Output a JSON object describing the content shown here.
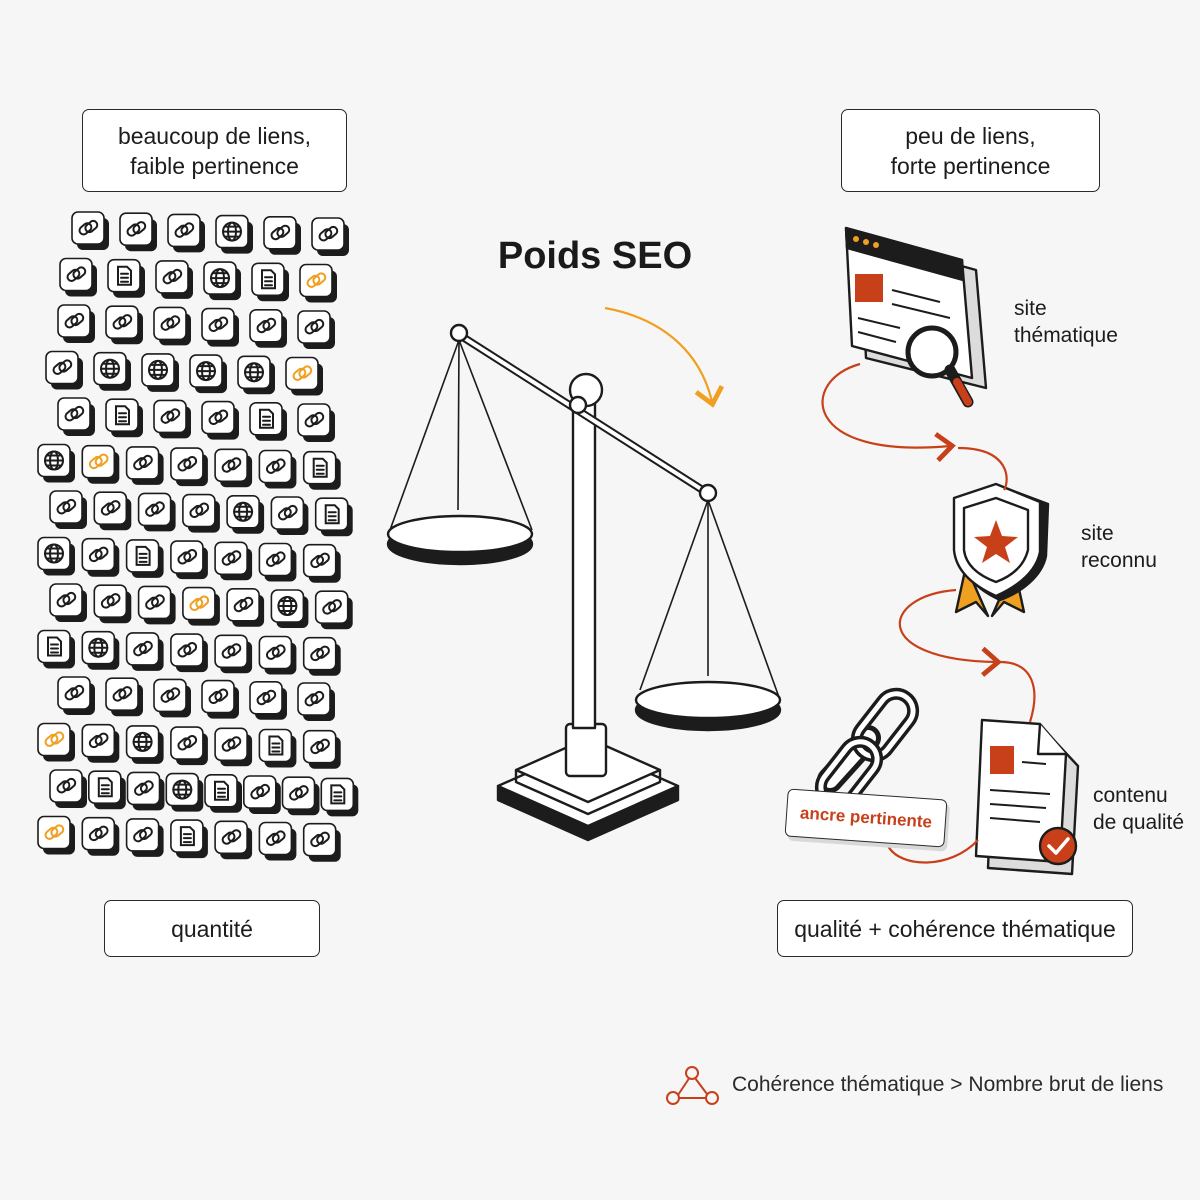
{
  "title": "Poids SEO",
  "left": {
    "box_lines": [
      "beaucoup de liens,",
      "faible pertinence"
    ],
    "bottom_label": "quantité"
  },
  "right": {
    "box_lines": [
      "peu de liens,",
      "forte pertinence"
    ],
    "bottom_label": "qualité + cohérence thématique",
    "steps": [
      {
        "icon": "browser-magnifier-icon",
        "lines": [
          "site",
          "thématique"
        ]
      },
      {
        "icon": "shield-star-badge-icon",
        "lines": [
          "site",
          "reconnu"
        ]
      },
      {
        "icon": "document-check-icon",
        "lines": [
          "contenu",
          "de qualité"
        ]
      }
    ],
    "anchor_label": "ancre pertinente"
  },
  "footer": {
    "icon": "network-nodes-icon",
    "text": "Cohérence thématique > Nombre brut de liens"
  },
  "colors": {
    "accent_orange": "#f0a020",
    "accent_red": "#c8401a",
    "outline": "#1c1c1c",
    "background": "#f6f6f6"
  },
  "tile_grid": {
    "rows": [
      "lllgll",
      "ldlgdo",
      "llllll",
      "lggggo",
      "ldlldl",
      "golllld",
      "llllgld",
      "gldllll",
      "lllolgl",
      "dglllll",
      "llllll",
      "olglldl",
      "ldlgdlld",
      "olldlll"
    ],
    "legend": {
      "l": "link-icon",
      "g": "globe-icon",
      "d": "document-icon",
      "o": "orange-link-icon"
    }
  }
}
